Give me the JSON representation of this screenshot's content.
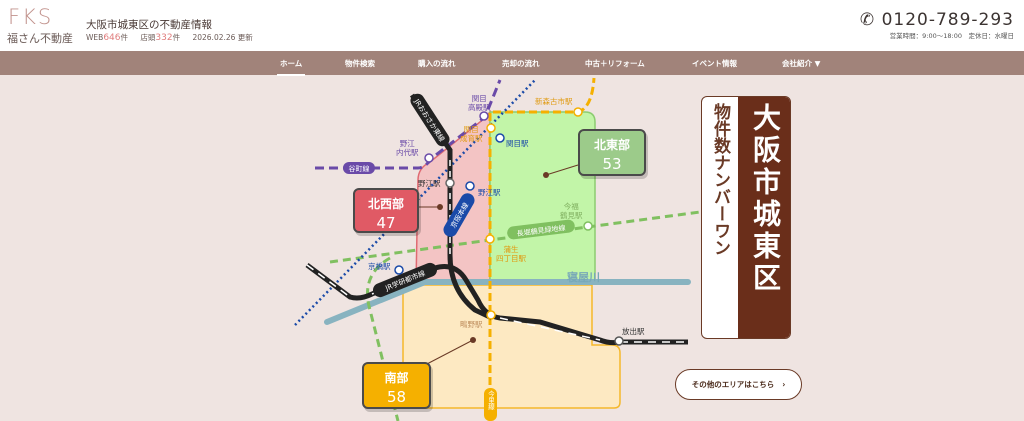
{
  "header": {
    "logo_mark": "FKS",
    "logo_name": "福さん不動産",
    "site_title": "大阪市城東区の不動産情報",
    "web_label": "WEB",
    "web_count": "646",
    "count_unit": "件",
    "store_label": "店頭",
    "store_count": "332",
    "store_unit": "件",
    "updated": "2026.02.26 更新",
    "phone": "0120-789-293",
    "hours": "営業時間：9:00〜18:00　定休日：水曜日"
  },
  "nav": {
    "items": [
      {
        "label": "ホーム"
      },
      {
        "label": "物件検索"
      },
      {
        "label": "購入の流れ"
      },
      {
        "label": "売却の流れ"
      },
      {
        "label": "中古＋リフォーム"
      },
      {
        "label": "イベント情報"
      },
      {
        "label": "会社紹介 ▼"
      }
    ]
  },
  "map": {
    "areas": [
      {
        "name": "北西部",
        "count": "47",
        "color": "#e05a65"
      },
      {
        "name": "北東部",
        "count": "53",
        "color": "#9ccb8a"
      },
      {
        "name": "南部",
        "count": "58",
        "color": "#f5b000"
      }
    ],
    "lines": {
      "tanimachi": "谷町線",
      "jr_east": "JRおおさか東線",
      "keihan": "京阪本線",
      "nagahori": "長堀鶴見緑地線",
      "jr_gakken": "JR学研都市線",
      "imazato": "今里線",
      "river": "寝屋川"
    },
    "stations": {
      "sekime_takadono": "関目\n高殿駅",
      "sekime_seiiku": "関目\n成育駅",
      "sekime": "関目駅",
      "shinmori": "新森古市駅",
      "noe_uchindai": "野江\n内代駅",
      "noe_jr": "野江駅",
      "noe_keihan": "野江駅",
      "imafuku": "今福\n鶴見駅",
      "gamo": "蒲生\n四丁目駅",
      "kyobashi": "京橋駅",
      "shigino": "鴫野駅",
      "hanaten": "放出駅"
    }
  },
  "title": {
    "main": "大阪市城東区",
    "sub": "物件数ナンバーワン"
  },
  "other_button": {
    "label": "その他のエリアはこちら",
    "icon": "chevron-right-icon"
  }
}
